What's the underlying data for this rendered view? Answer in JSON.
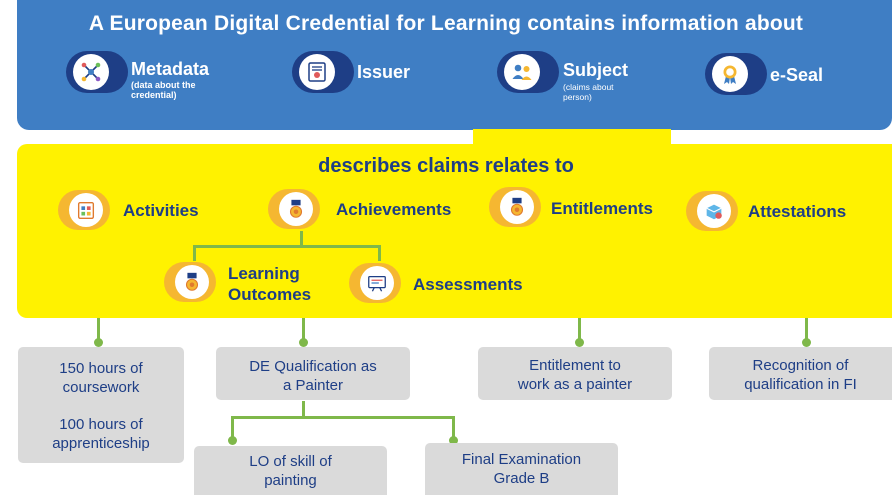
{
  "header": {
    "title": "A European Digital Credential for Learning contains information about",
    "items": [
      {
        "label": "Metadata",
        "sub": "(data about the credential)",
        "icon": "network-nodes-icon"
      },
      {
        "label": "Issuer",
        "sub": "",
        "icon": "certificate-icon"
      },
      {
        "label": "Subject",
        "sub": "(claims about person)",
        "icon": "people-icon"
      },
      {
        "label": "e-Seal",
        "sub": "",
        "icon": "seal-badge-icon"
      }
    ]
  },
  "claims": {
    "title": "describes claims relates to",
    "items": [
      {
        "label": "Activities",
        "icon": "clipboard-icon"
      },
      {
        "label": "Achievements",
        "icon": "medal-icon"
      },
      {
        "label": "Entitlements",
        "icon": "medal-icon"
      },
      {
        "label": "Attestations",
        "icon": "box-badge-icon"
      }
    ],
    "sub_items": [
      {
        "label_line1": "Learning",
        "label_line2": "Outcomes",
        "icon": "medal-icon"
      },
      {
        "label": "Assessments",
        "icon": "assessment-board-icon"
      }
    ]
  },
  "examples": {
    "activities": [
      "150 hours of",
      "coursework",
      "100 hours of",
      "apprenticeship"
    ],
    "achievement": [
      "DE Qualification as",
      "a Painter"
    ],
    "learning_outcome": [
      "LO of skill of",
      "painting"
    ],
    "assessment": [
      "Final Examination",
      "Grade B"
    ],
    "entitlement": [
      "Entitlement to",
      "work as a painter"
    ],
    "attestation": [
      "Recognition of",
      "qualification in FI"
    ]
  },
  "colors": {
    "top_band": "#3f7ec4",
    "pill_dark_blue": "#1e3e86",
    "yellow_band": "#fff200",
    "pill_orange": "#f5b731",
    "connector_green": "#7fb84a",
    "box_grey": "#dadada",
    "text_dark_blue": "#1e3e86"
  }
}
